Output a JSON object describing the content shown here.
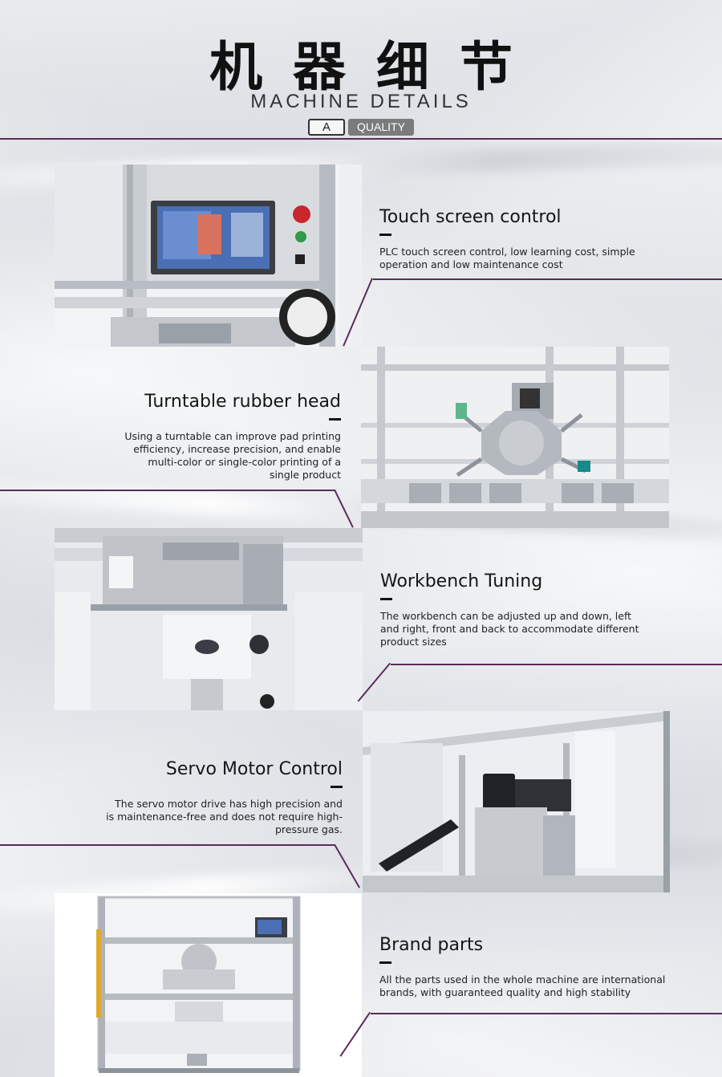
{
  "header": {
    "title_cn": "机器细节",
    "title_en": "MACHINE DETAILS",
    "badge_letter": "A",
    "badge_text": "QUALITY"
  },
  "features": [
    {
      "title": "Touch screen control",
      "desc": "PLC touch screen control, low learning cost, simple operation and low maintenance cost"
    },
    {
      "title": "Turntable rubber head",
      "desc": "Using a turntable can improve pad printing efficiency, increase precision, and enable multi-color or single-color printing of a single product"
    },
    {
      "title": "Workbench Tuning",
      "desc": "The workbench can be adjusted up and down, left and right, front and back to accommodate different product sizes"
    },
    {
      "title": "Servo Motor Control",
      "desc": "The servo motor drive has high precision and is maintenance-free and does not require high-pressure gas."
    },
    {
      "title": "Brand parts",
      "desc": "All the parts used in the whole machine are international brands, with guaranteed quality and high stability"
    }
  ],
  "colors": {
    "accent_line": "#5a2b5c",
    "badge_gray": "#7b7b7b"
  }
}
